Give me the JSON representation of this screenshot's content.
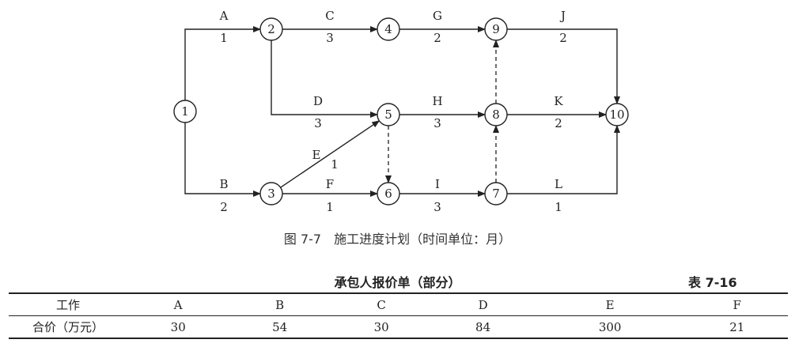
{
  "figure": {
    "nodes": [
      {
        "id": "1",
        "label": "1"
      },
      {
        "id": "2",
        "label": "2"
      },
      {
        "id": "3",
        "label": "3"
      },
      {
        "id": "4",
        "label": "4"
      },
      {
        "id": "5",
        "label": "5"
      },
      {
        "id": "6",
        "label": "6"
      },
      {
        "id": "7",
        "label": "7"
      },
      {
        "id": "8",
        "label": "8"
      },
      {
        "id": "9",
        "label": "9"
      },
      {
        "id": "10",
        "label": "10"
      }
    ],
    "activities": [
      {
        "from": "1",
        "to": "2",
        "name": "A",
        "duration": "1"
      },
      {
        "from": "1",
        "to": "3",
        "name": "B",
        "duration": "2"
      },
      {
        "from": "2",
        "to": "4",
        "name": "C",
        "duration": "3"
      },
      {
        "from": "2",
        "to": "5",
        "name": "D",
        "duration": "3"
      },
      {
        "from": "3",
        "to": "5",
        "name": "E",
        "duration": "1"
      },
      {
        "from": "3",
        "to": "6",
        "name": "F",
        "duration": "1"
      },
      {
        "from": "4",
        "to": "9",
        "name": "G",
        "duration": "2"
      },
      {
        "from": "5",
        "to": "8",
        "name": "H",
        "duration": "3"
      },
      {
        "from": "6",
        "to": "7",
        "name": "I",
        "duration": "3"
      },
      {
        "from": "9",
        "to": "10",
        "name": "J",
        "duration": "2"
      },
      {
        "from": "8",
        "to": "10",
        "name": "K",
        "duration": "2"
      },
      {
        "from": "7",
        "to": "10",
        "name": "L",
        "duration": "1"
      }
    ],
    "dummies": [
      {
        "from": "5",
        "to": "6"
      },
      {
        "from": "7",
        "to": "8"
      },
      {
        "from": "8",
        "to": "9"
      }
    ],
    "caption": "图 7-7　施工进度计划（时间单位：月）"
  },
  "table": {
    "title": "承包人报价单（部分）",
    "number": "表 7-16",
    "headers": [
      "工作",
      "A",
      "B",
      "C",
      "D",
      "E",
      "F"
    ],
    "row": [
      "合价（万元）",
      "30",
      "54",
      "30",
      "84",
      "300",
      "21"
    ]
  }
}
